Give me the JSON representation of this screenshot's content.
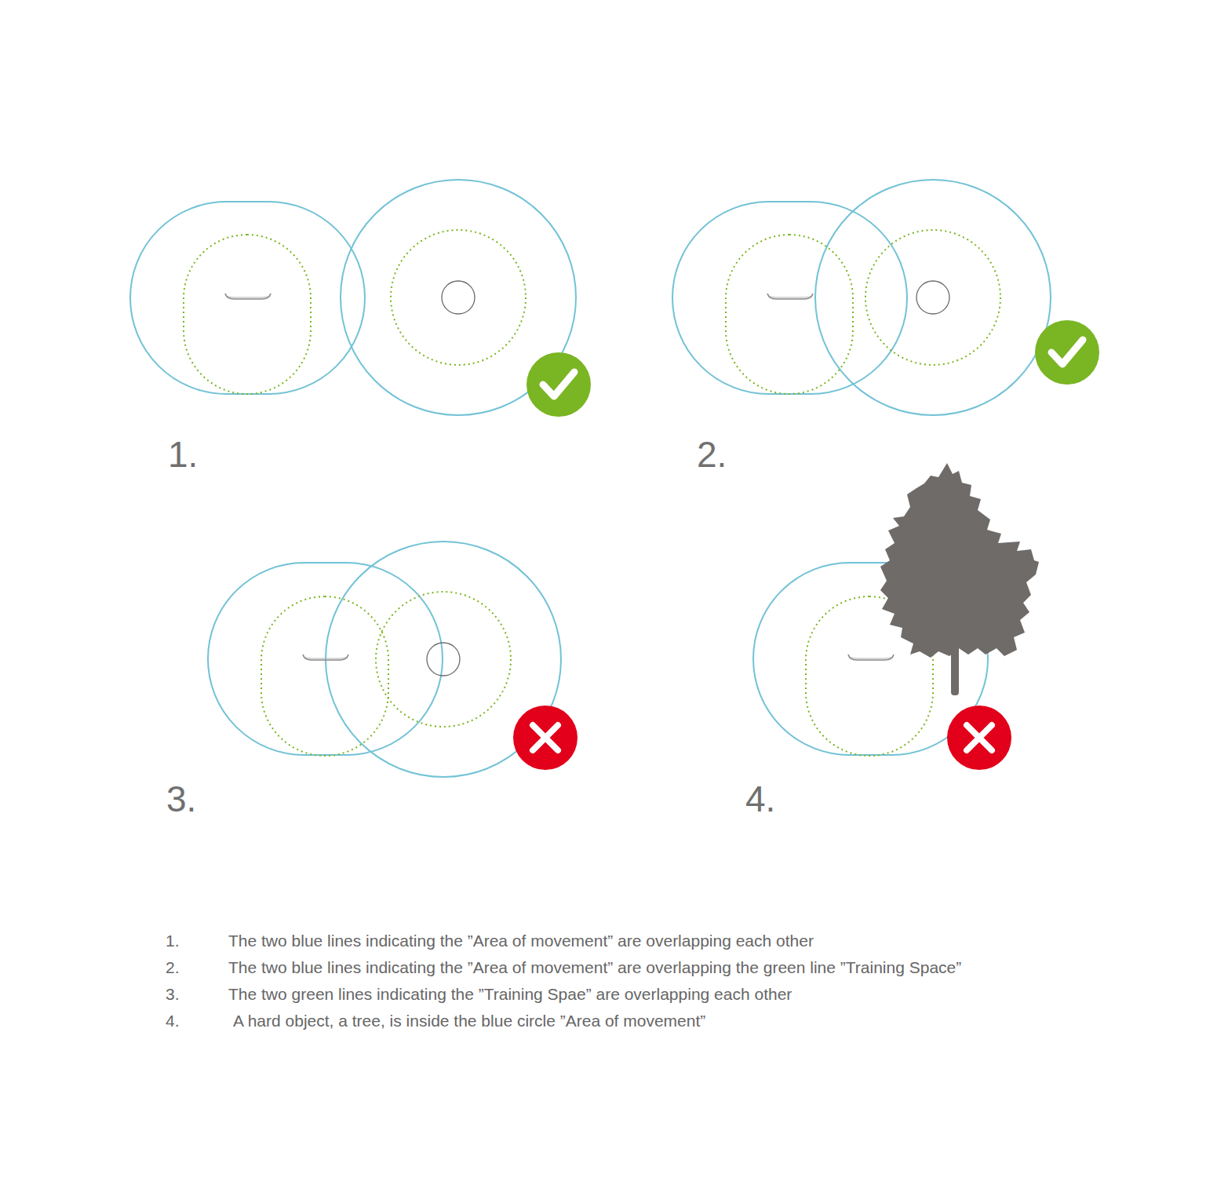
{
  "diagram": {
    "labels": [
      "1.",
      "2.",
      "3.",
      "4.",
      "1.",
      "The two blue lines indicating the ”Area of movement” are overlapping each other",
      "2.",
      "The two blue lines indicating the ”Area of movement” are overlapping the green line ”Training Space”",
      "3.",
      "The two green lines indicating the ”Training Spae” are overlapping each other",
      "4.",
      "A hard object, a tree, is inside the blue circle ”Area of movement”"
    ]
  }
}
